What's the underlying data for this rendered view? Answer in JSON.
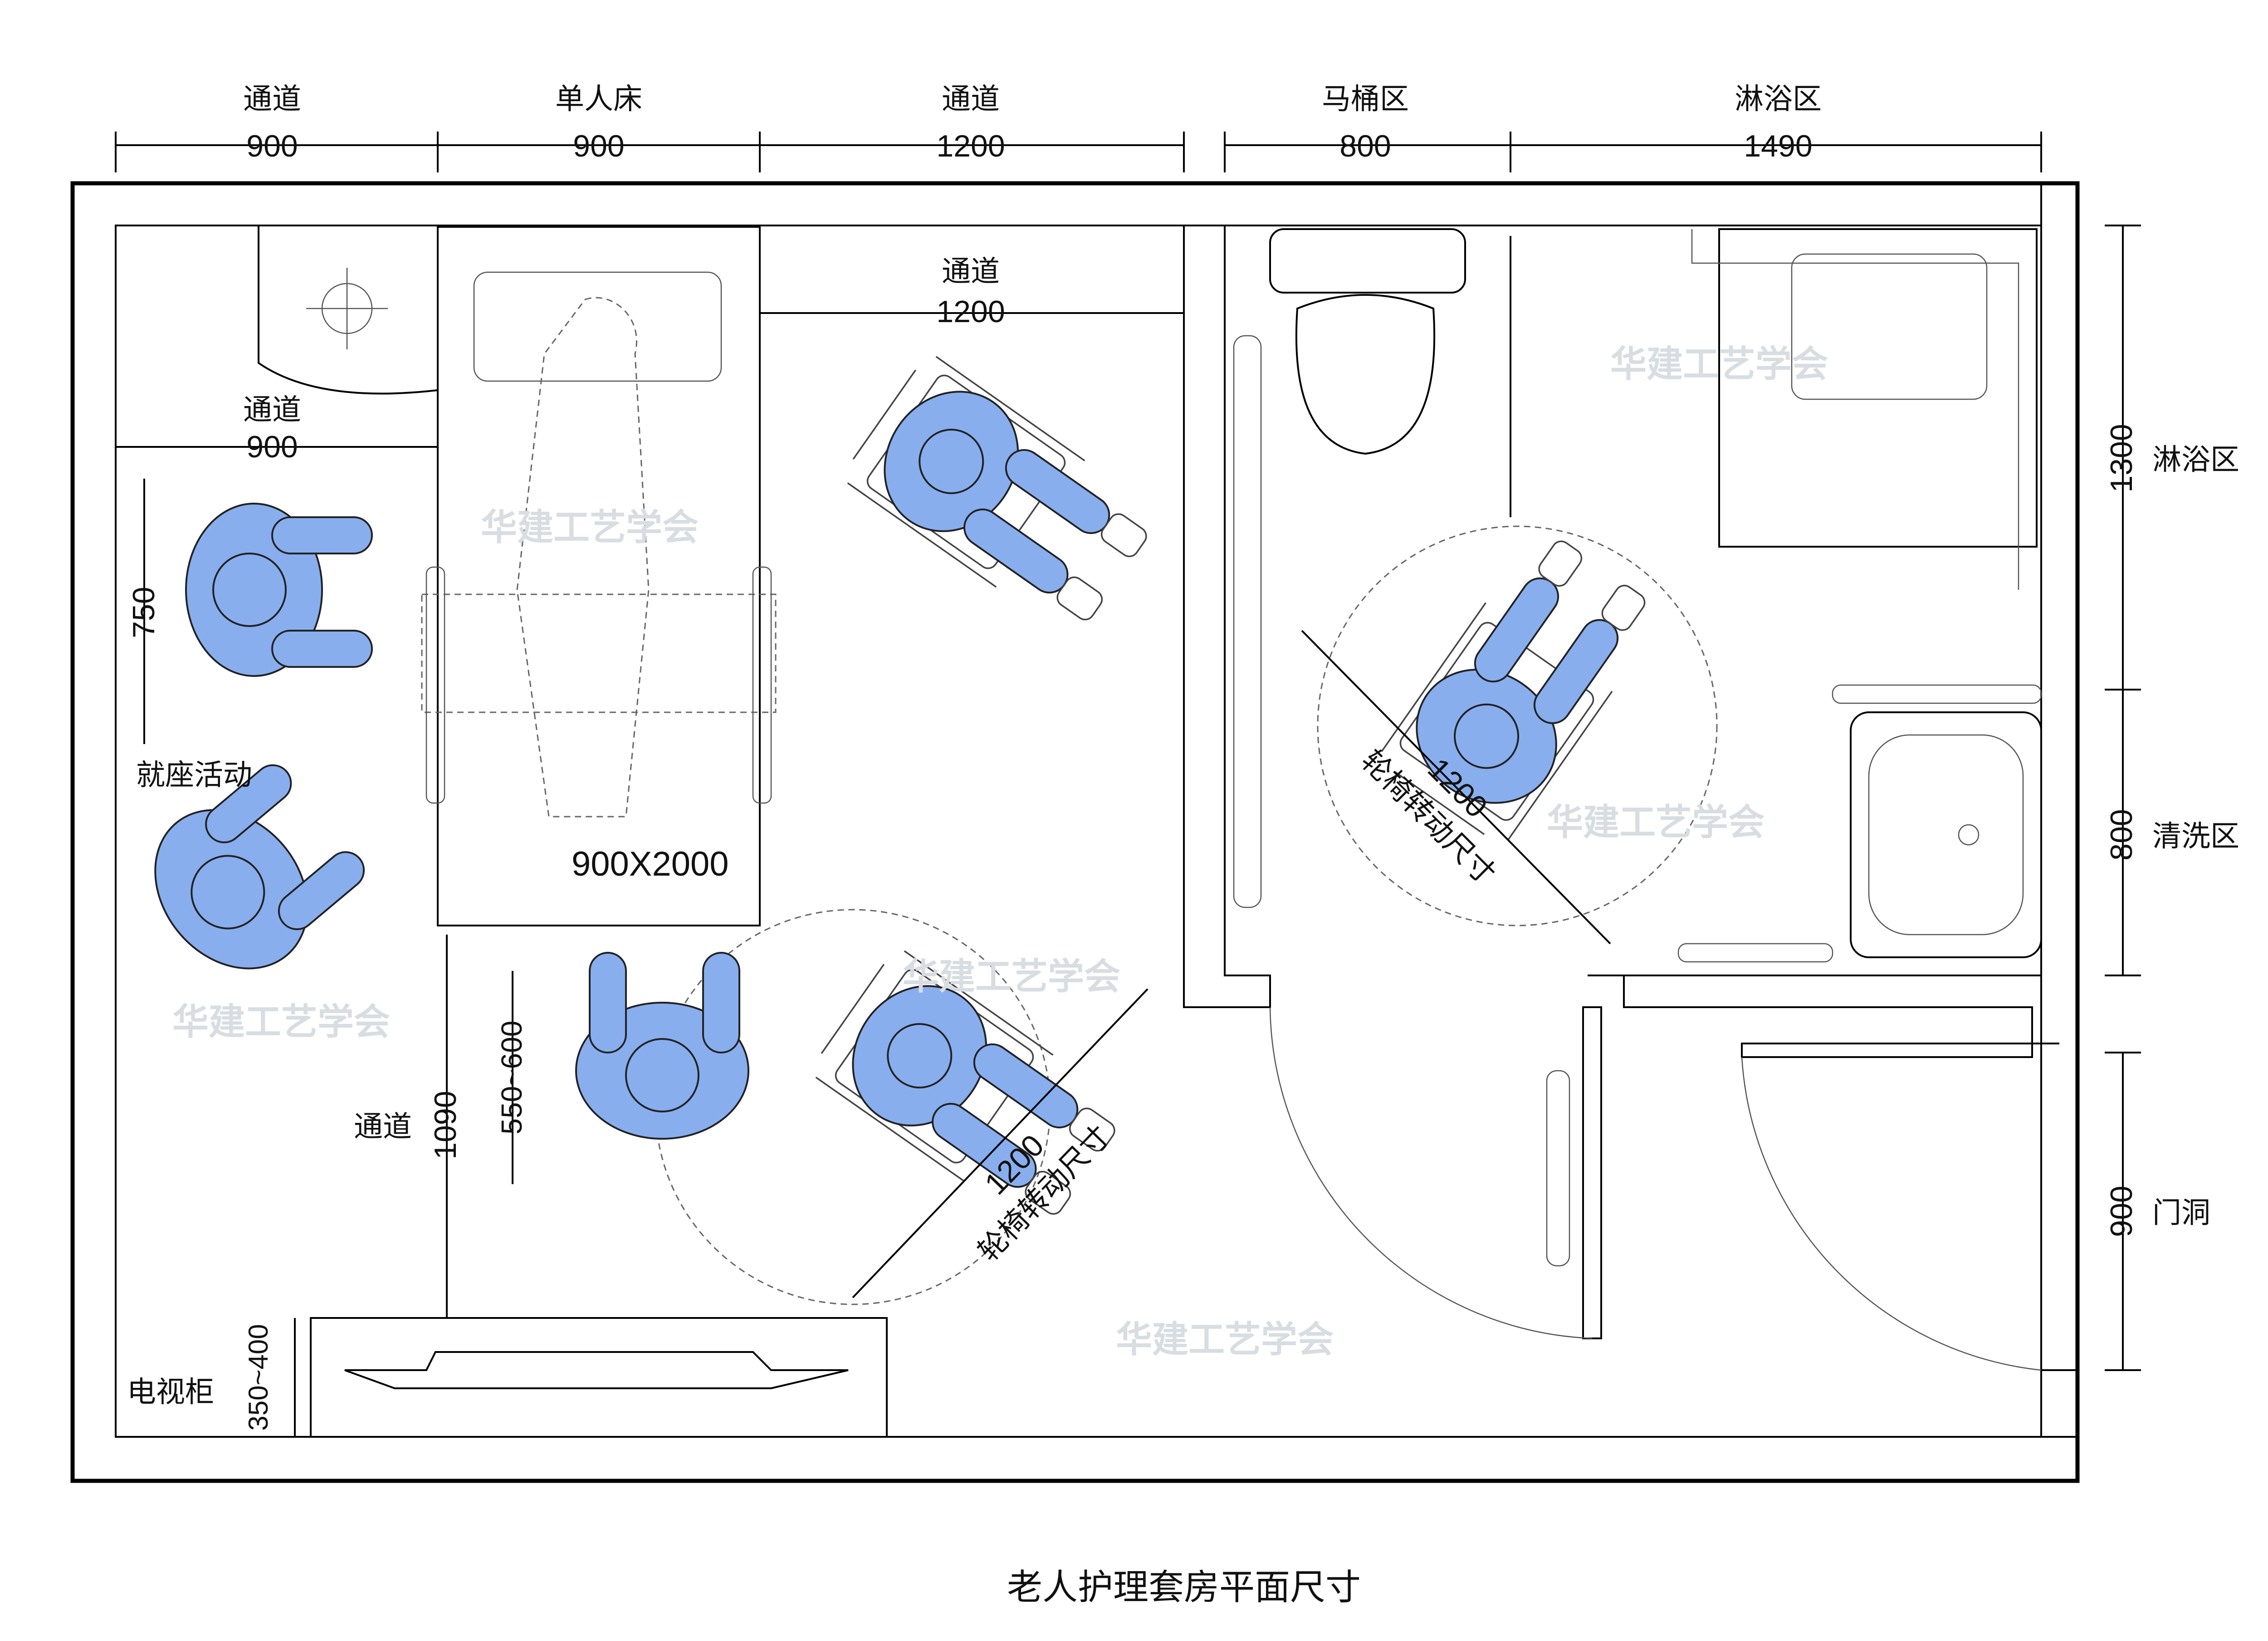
{
  "title": "老人护理套房平面尺寸",
  "top_dimensions": [
    {
      "label": "通道",
      "value": "900"
    },
    {
      "label": "单人床",
      "value": "900"
    },
    {
      "label": "通道",
      "value": "1200"
    },
    {
      "label": "马桶区",
      "value": "800"
    },
    {
      "label": "淋浴区",
      "value": "1490"
    }
  ],
  "right_dimensions": [
    {
      "value": "1300",
      "label": "淋浴区"
    },
    {
      "value": "800",
      "label": "清洗区"
    },
    {
      "value": "900",
      "label": "门洞"
    }
  ],
  "inner_labels": {
    "aisle_bed_right": {
      "label": "通道",
      "value": "1200"
    },
    "aisle_sofa": {
      "label": "通道",
      "value": "900"
    },
    "seat_depth": "750",
    "seat_activity": "就座活动",
    "bed_size": "900X2000",
    "person_depth": "550~600",
    "aisle_lower": {
      "label": "通道",
      "value": "1090"
    },
    "tv_cabinet": "电视柜",
    "tv_depth": "350~400",
    "wheelchair_living": {
      "value": "1200",
      "label": "轮椅转动尺寸"
    },
    "wheelchair_bath": {
      "value": "1200",
      "label": "轮椅转动尺寸"
    }
  },
  "watermark": "华建工艺学会",
  "colors": {
    "figure_fill": "#88aeee",
    "line": "#000000",
    "watermark": "#d8dde2"
  }
}
